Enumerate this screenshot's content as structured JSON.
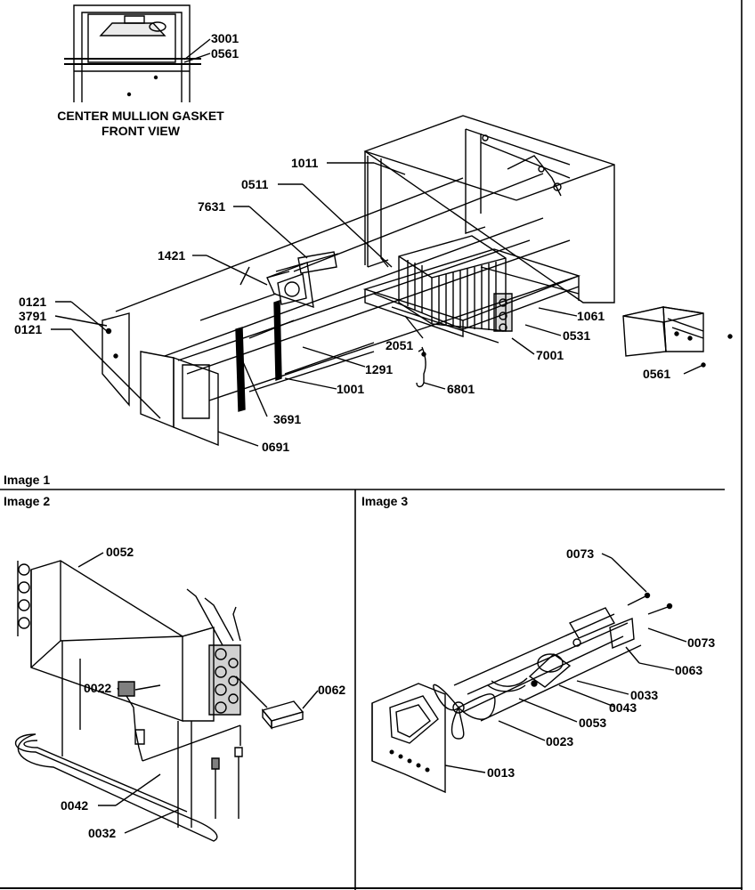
{
  "sections": {
    "image1": "Image 1",
    "image2": "Image 2",
    "image3": "Image 3"
  },
  "inset": {
    "caption_line1": "CENTER MULLION GASKET",
    "caption_line2": "FRONT VIEW"
  },
  "parts": {
    "image1": [
      "3001",
      "0561",
      "1011",
      "0511",
      "7631",
      "1421",
      "0121",
      "3791",
      "0121",
      "1061",
      "0531",
      "7001",
      "2051",
      "1291",
      "1001",
      "3691",
      "6801",
      "0691",
      "0561"
    ],
    "image2": [
      "0052",
      "0022",
      "0062",
      "0042",
      "0032"
    ],
    "image3": [
      "0073",
      "0073",
      "0063",
      "0033",
      "0043",
      "0053",
      "0023",
      "0013"
    ]
  }
}
